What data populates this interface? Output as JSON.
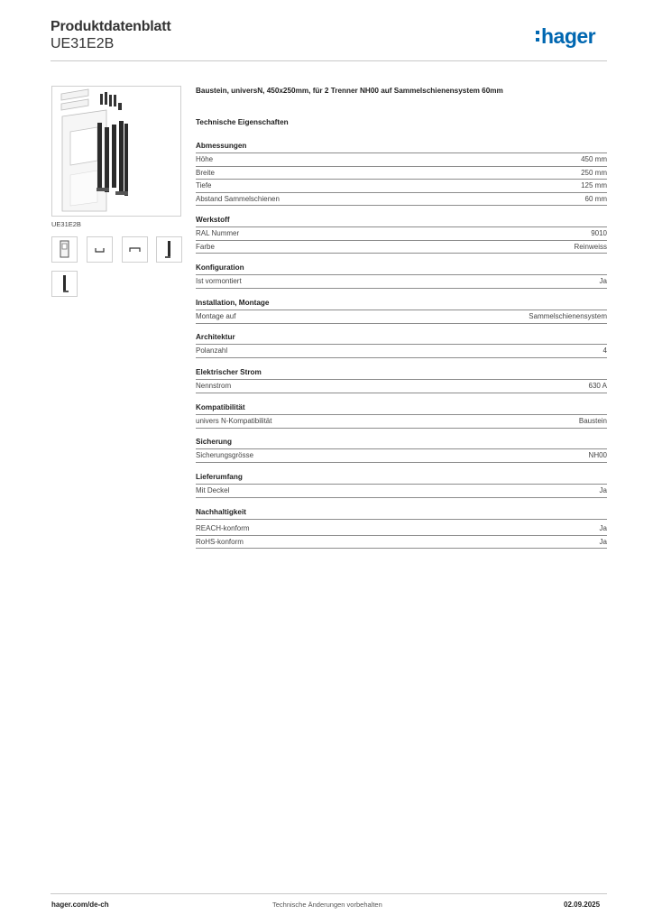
{
  "header": {
    "title": "Produktdatenblatt",
    "code": "UE31E2B",
    "logo_text": "hager"
  },
  "brand": {
    "accent": "#0067b1"
  },
  "image": {
    "caption": "UE31E2B"
  },
  "product": {
    "description": "Baustein, universN, 450x250mm, für 2 Trenner NH00 auf Sammelschienensystem 60mm"
  },
  "tech_title": "Technische Eigenschaften",
  "sections": [
    {
      "title": "Abmessungen",
      "rows": [
        {
          "label": "Höhe",
          "value": "450 mm"
        },
        {
          "label": "Breite",
          "value": "250 mm"
        },
        {
          "label": "Tiefe",
          "value": "125 mm"
        },
        {
          "label": "Abstand Sammelschienen",
          "value": "60 mm"
        }
      ]
    },
    {
      "title": "Werkstoff",
      "rows": [
        {
          "label": "RAL Nummer",
          "value": "9010"
        },
        {
          "label": "Farbe",
          "value": "Reinweiss"
        }
      ]
    },
    {
      "title": "Konfiguration",
      "rows": [
        {
          "label": "Ist vormontiert",
          "value": "Ja"
        }
      ]
    },
    {
      "title": "Installation, Montage",
      "rows": [
        {
          "label": "Montage auf",
          "value": "Sammelschienensystem"
        }
      ]
    },
    {
      "title": "Architektur",
      "rows": [
        {
          "label": "Polanzahl",
          "value": "4"
        }
      ]
    },
    {
      "title": "Elektrischer Strom",
      "rows": [
        {
          "label": "Nennstrom",
          "value": "630 A"
        }
      ]
    },
    {
      "title": "Kompatibilität",
      "rows": [
        {
          "label": "univers N-Kompatibilität",
          "value": "Baustein"
        }
      ]
    },
    {
      "title": "Sicherung",
      "rows": [
        {
          "label": "Sicherungsgrösse",
          "value": "NH00"
        }
      ]
    },
    {
      "title": "Lieferumfang",
      "rows": [
        {
          "label": "Mit Deckel",
          "value": "Ja"
        }
      ]
    },
    {
      "title": "Nachhaltigkeit",
      "rows": [
        {
          "label": "REACH-konform",
          "value": "Ja"
        },
        {
          "label": "RoHS-konform",
          "value": "Ja"
        }
      ]
    }
  ],
  "footer": {
    "website": "hager.com/de-ch",
    "notice": "Technische Änderungen vorbehalten",
    "date": "02.09.2025"
  }
}
